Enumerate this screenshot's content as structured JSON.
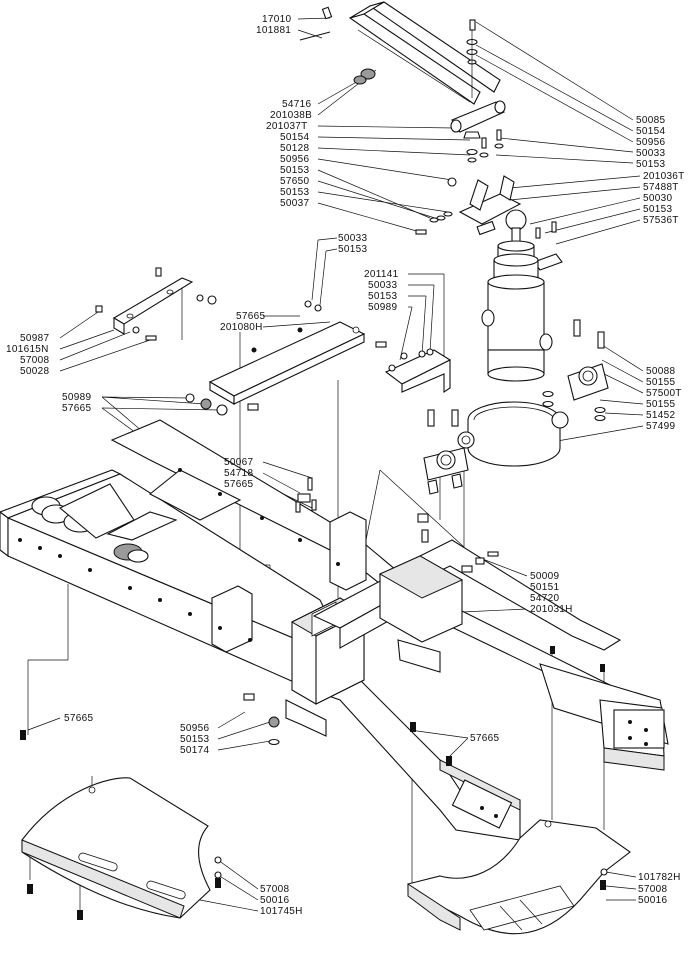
{
  "labels": {
    "p17010": "17010",
    "p101881": "101881",
    "p54716": "54716",
    "p201038B": "201038B",
    "p201037T": "201037T",
    "p50154a": "50154",
    "p50128": "50128",
    "p50956a": "50956",
    "p50153a": "50153",
    "p57650": "57650",
    "p50153b": "50153",
    "p50037": "50037",
    "p50085": "50085",
    "p50154b": "50154",
    "p50956b": "50956",
    "p50033a": "50033",
    "p50153c": "50153",
    "p201036T": "201036T",
    "p57488T": "57488T",
    "p50030": "50030",
    "p50153d": "50153",
    "p57536T": "57536T",
    "p50033b": "50033",
    "p50153e": "50153",
    "p57665a": "57665",
    "p201080H": "201080H",
    "p201141": "201141",
    "p50033c": "50033",
    "p50153f": "50153",
    "p50989a": "50989",
    "p50987": "50987",
    "p101615N": "101615N",
    "p57008a": "57008",
    "p50028": "50028",
    "p50088": "50088",
    "p50155a": "50155",
    "p57500T": "57500T",
    "p50155b": "50155",
    "p51452": "51452",
    "p57499": "57499",
    "p50989b": "50989",
    "p57665b": "57665",
    "p50067": "50067",
    "p54718": "54718",
    "p57665c": "57665",
    "p50009": "50009",
    "p50151": "50151",
    "p54720": "54720",
    "p201031H": "201031H",
    "p57665d": "57665",
    "p50956c": "50956",
    "p50153g": "50153",
    "p50174": "50174",
    "p57665e": "57665",
    "p57008b": "57008",
    "p50016a": "50016",
    "p101745H": "101745H",
    "p101782H": "101782H",
    "p57008c": "57008",
    "p50016b": "50016"
  }
}
